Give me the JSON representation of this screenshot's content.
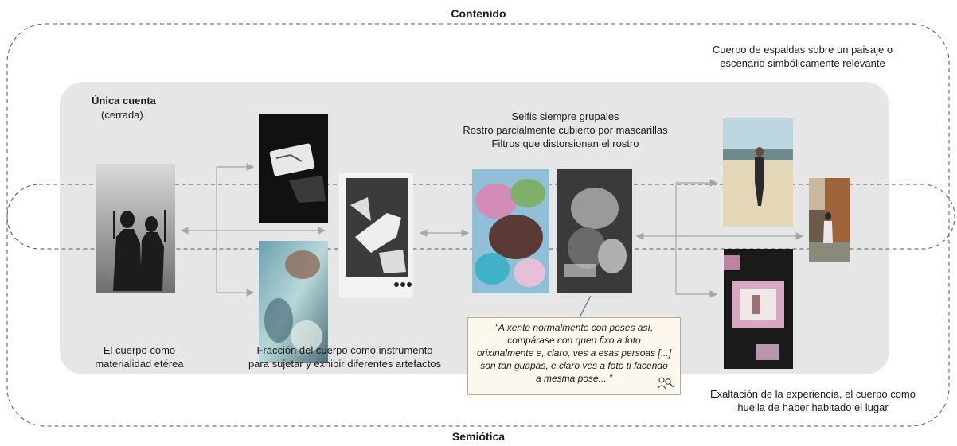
{
  "titles": {
    "top": "Contenido",
    "bottom": "Semiótica"
  },
  "account": {
    "name": "Única cuenta",
    "status": "(cerrada)"
  },
  "labels": {
    "body_ethereal_line1": "El cuerpo como",
    "body_ethereal_line2": "materialidad etérea",
    "fraction_line1": "Fracción del cuerpo como instrumento",
    "fraction_line2": "para sujetar y exhibir diferentes artefactos",
    "selfies_line1": "Selfis siempre grupales",
    "selfies_line2": "Rostro parcialmente cubierto por mascarillas",
    "selfies_line3": "Filtros que distorsionan el rostro",
    "back_line1": "Cuerpo de espaldas sobre un paisaje o",
    "back_line2": "escenario simbólicamente relevante",
    "exalt_line1": "Exaltación de la experiencia, el cuerpo  como",
    "exalt_line2": "huella de haber habitado el lugar"
  },
  "quote": {
    "line1": "“A xente normalmente con poses así,",
    "line2": "compárase con quen fixo a foto",
    "line3": "orixinalmente e, claro, ves a esas persoas [...]",
    "line4": "son tan guapas, e claro ves a foto ti facendo",
    "line5": "a mesma pose... ”",
    "icon": "people-search-icon"
  },
  "colors": {
    "panel": "#e6e6e6",
    "arrows": "#a6a6a6",
    "dashed": "#555555",
    "quote_bg": "#fdf8ee"
  }
}
